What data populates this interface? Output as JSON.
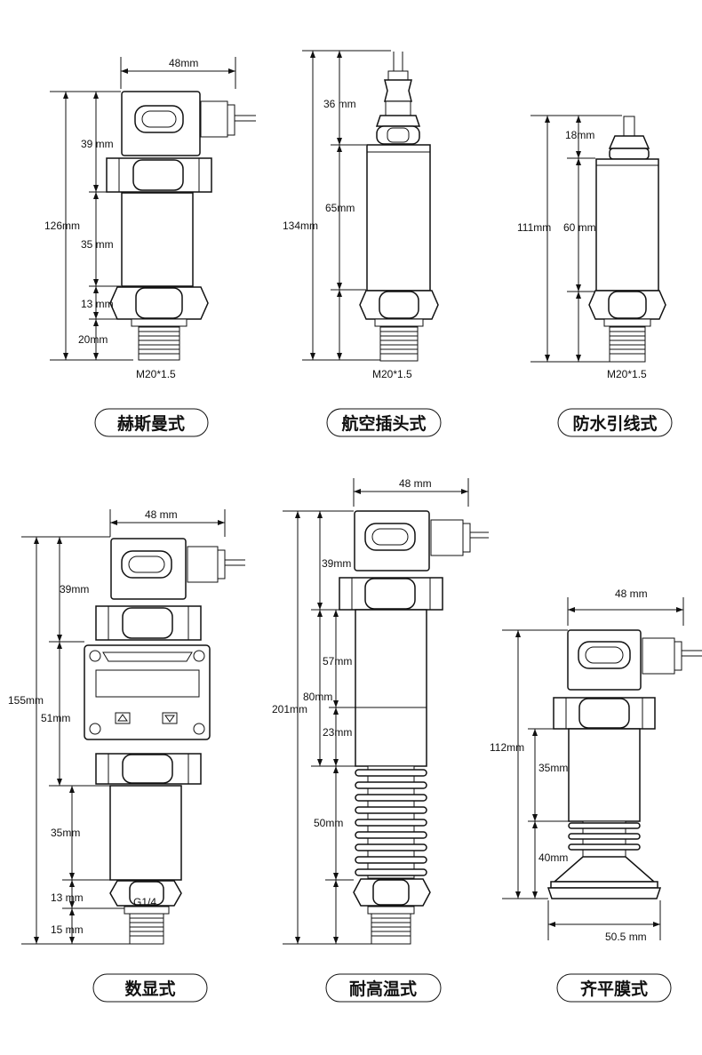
{
  "variants": {
    "hirschmann": {
      "caption": "赫斯曼式",
      "width": "48mm",
      "total": "126mm",
      "seg1": "39 mm",
      "seg2": "35 mm",
      "seg3": "13 mm",
      "seg4": "20mm",
      "thread": "M20*1.5"
    },
    "aviation": {
      "caption": "航空插头式",
      "total": "134mm",
      "seg1": "36 mm",
      "seg2": "65mm",
      "thread": "M20*1.5"
    },
    "waterproof": {
      "caption": "防水引线式",
      "total": "111mm",
      "seg1": "18mm",
      "seg2": "60 mm",
      "thread": "M20*1.5"
    },
    "digital": {
      "caption": "数显式",
      "width": "48 mm",
      "total": "155mm",
      "seg1": "39mm",
      "seg2": "51mm",
      "seg3": "35mm",
      "seg4": "13 mm",
      "seg5": "15 mm",
      "thread": "G1/4"
    },
    "high_temp": {
      "caption": "耐高温式",
      "width": "48 mm",
      "total": "201mm",
      "seg1": "39mm",
      "seg2": "80mm",
      "seg3": "57mm",
      "seg4": "23mm",
      "seg5": "50mm"
    },
    "flush": {
      "caption": "齐平膜式",
      "width": "48 mm",
      "total": "112mm",
      "seg1": "35mm",
      "seg2": "40mm",
      "diameter": "50.5 mm"
    }
  }
}
